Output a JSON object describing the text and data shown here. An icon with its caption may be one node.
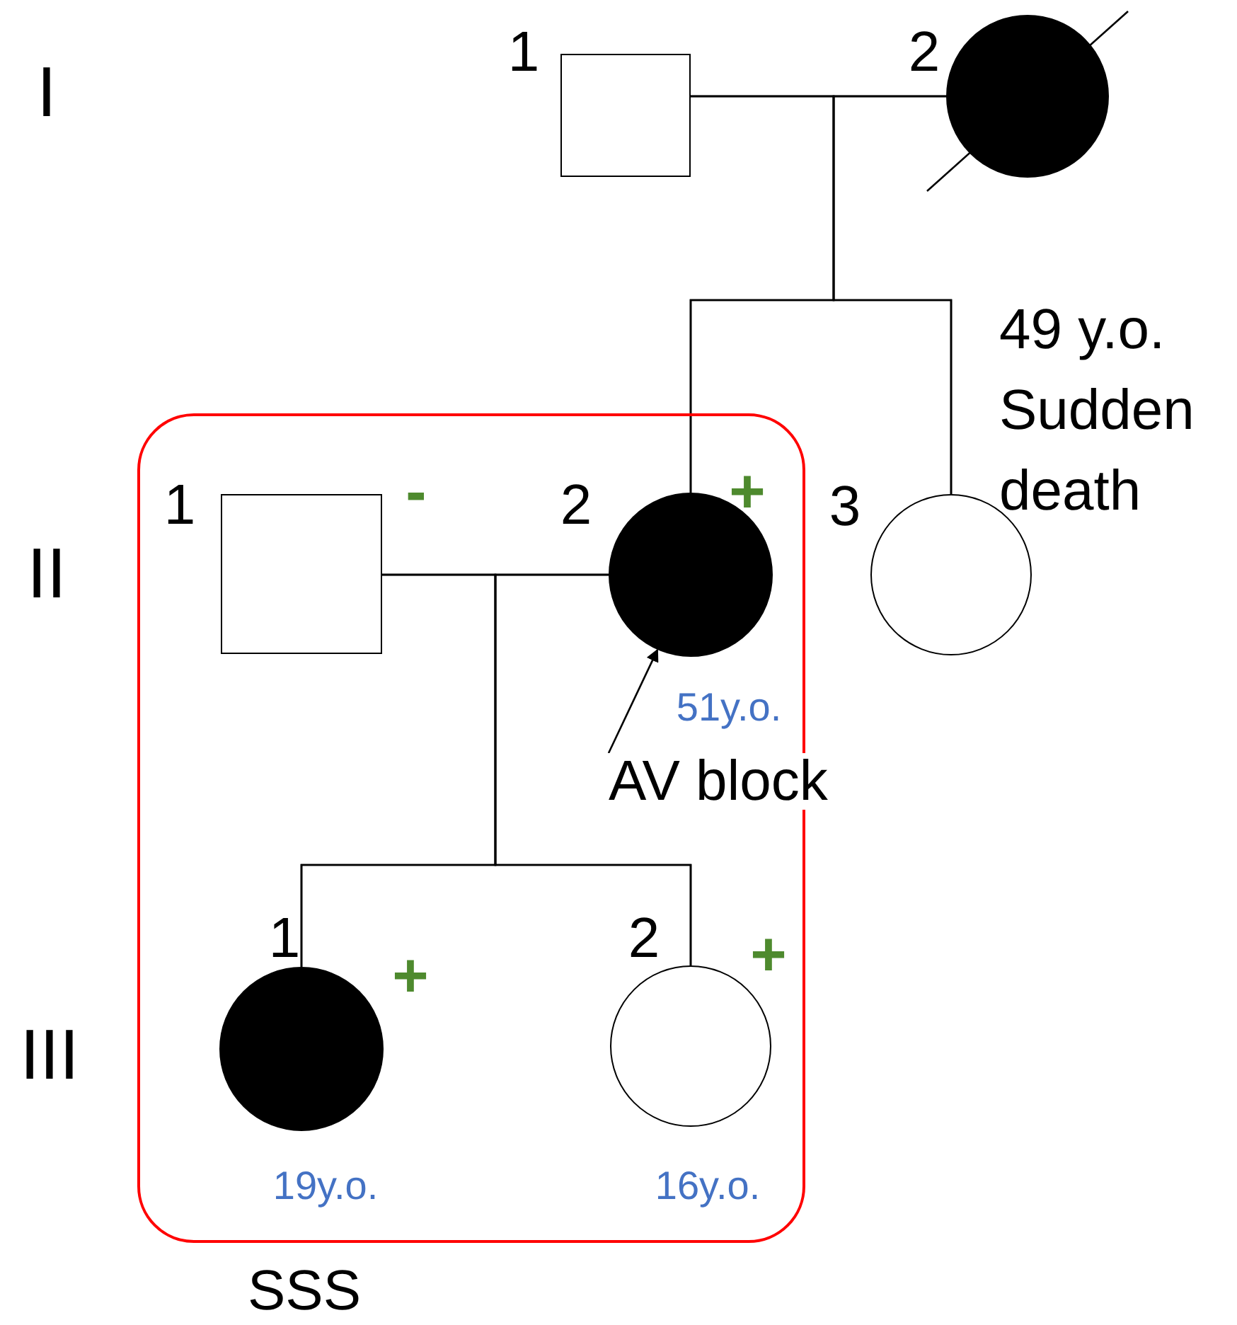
{
  "diagram": {
    "nodes": [
      {
        "text": [
          "1"
        ]
      },
      {
        "text": [
          "2"
        ]
      },
      {
        "text": [
          "SSS"
        ]
      },
      {
        "text": [
          "1"
        ],
        "in": 2,
        "beside": [
          "-"
        ]
      },
      {
        "text": [
          "2"
        ],
        "in": 2,
        "beside": [
          "+",
          "51y.o."
        ]
      },
      {
        "text": [
          "3"
        ]
      },
      {
        "text": [
          "1"
        ],
        "in": 2,
        "beside": [
          "+",
          "19y.o."
        ]
      },
      {
        "text": [
          "2"
        ],
        "in": 2,
        "beside": [
          "+",
          "16y.o."
        ]
      },
      {
        "text": [
          "AV block"
        ]
      }
    ],
    "edges": [
      {
        "from": 0,
        "to": 1,
        "arrow": "none"
      },
      {
        "from": 0,
        "to": 4,
        "arrow": "none"
      },
      {
        "from": 1,
        "to": 4,
        "arrow": "none"
      },
      {
        "from": 0,
        "to": 5,
        "arrow": "none"
      },
      {
        "from": 1,
        "to": 5,
        "arrow": "none"
      },
      {
        "from": 3,
        "to": 4,
        "arrow": "none"
      },
      {
        "from": 3,
        "to": 6,
        "arrow": "none"
      },
      {
        "from": 4,
        "to": 6,
        "arrow": "none"
      },
      {
        "from": 3,
        "to": 7,
        "arrow": "none"
      },
      {
        "from": 4,
        "to": 7,
        "arrow": "none"
      },
      {
        "from": 8,
        "to": 4,
        "arrow": "to"
      }
    ],
    "labels": [
      "I",
      "49 y.o. Sudden death",
      "II",
      "III"
    ]
  }
}
